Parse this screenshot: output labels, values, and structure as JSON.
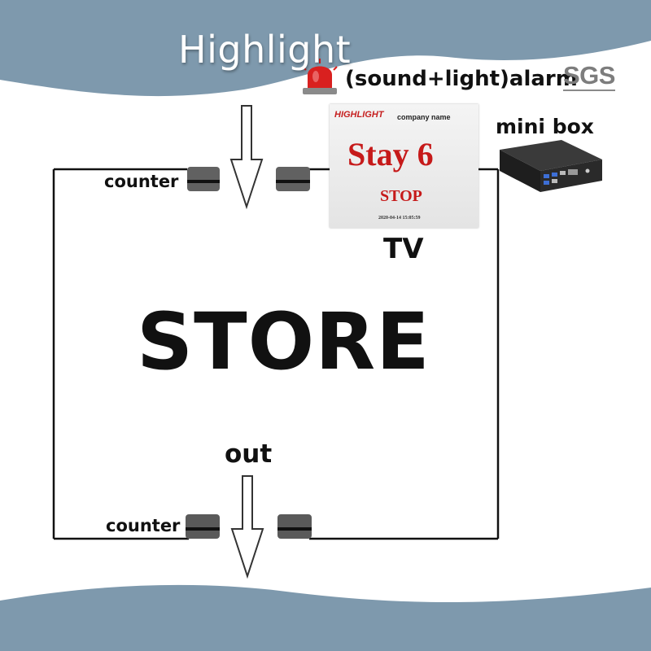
{
  "brand": "Highlight",
  "alarm": {
    "label": "(sound+light)alarm",
    "icon": "alarm-light-icon"
  },
  "certification": "SGS",
  "counter_top": {
    "label": "counter"
  },
  "counter_bottom": {
    "label": "counter"
  },
  "tv": {
    "label": "TV",
    "screen": {
      "brand": "HIGHLIGHT",
      "company": "company name",
      "status": "Stay 6",
      "action": "STOP",
      "timestamp": "2020-04-14 15:05:59"
    }
  },
  "mini_box": {
    "label": "mini box",
    "icon": "mini-pc-icon"
  },
  "store_label": "STORE",
  "exit_label": "out",
  "colors": {
    "wave": "#7e99ad",
    "frame": "#111111",
    "alarm_red": "#d9201f",
    "tv_text_red": "#c61a1a",
    "sensor": "#555555"
  }
}
